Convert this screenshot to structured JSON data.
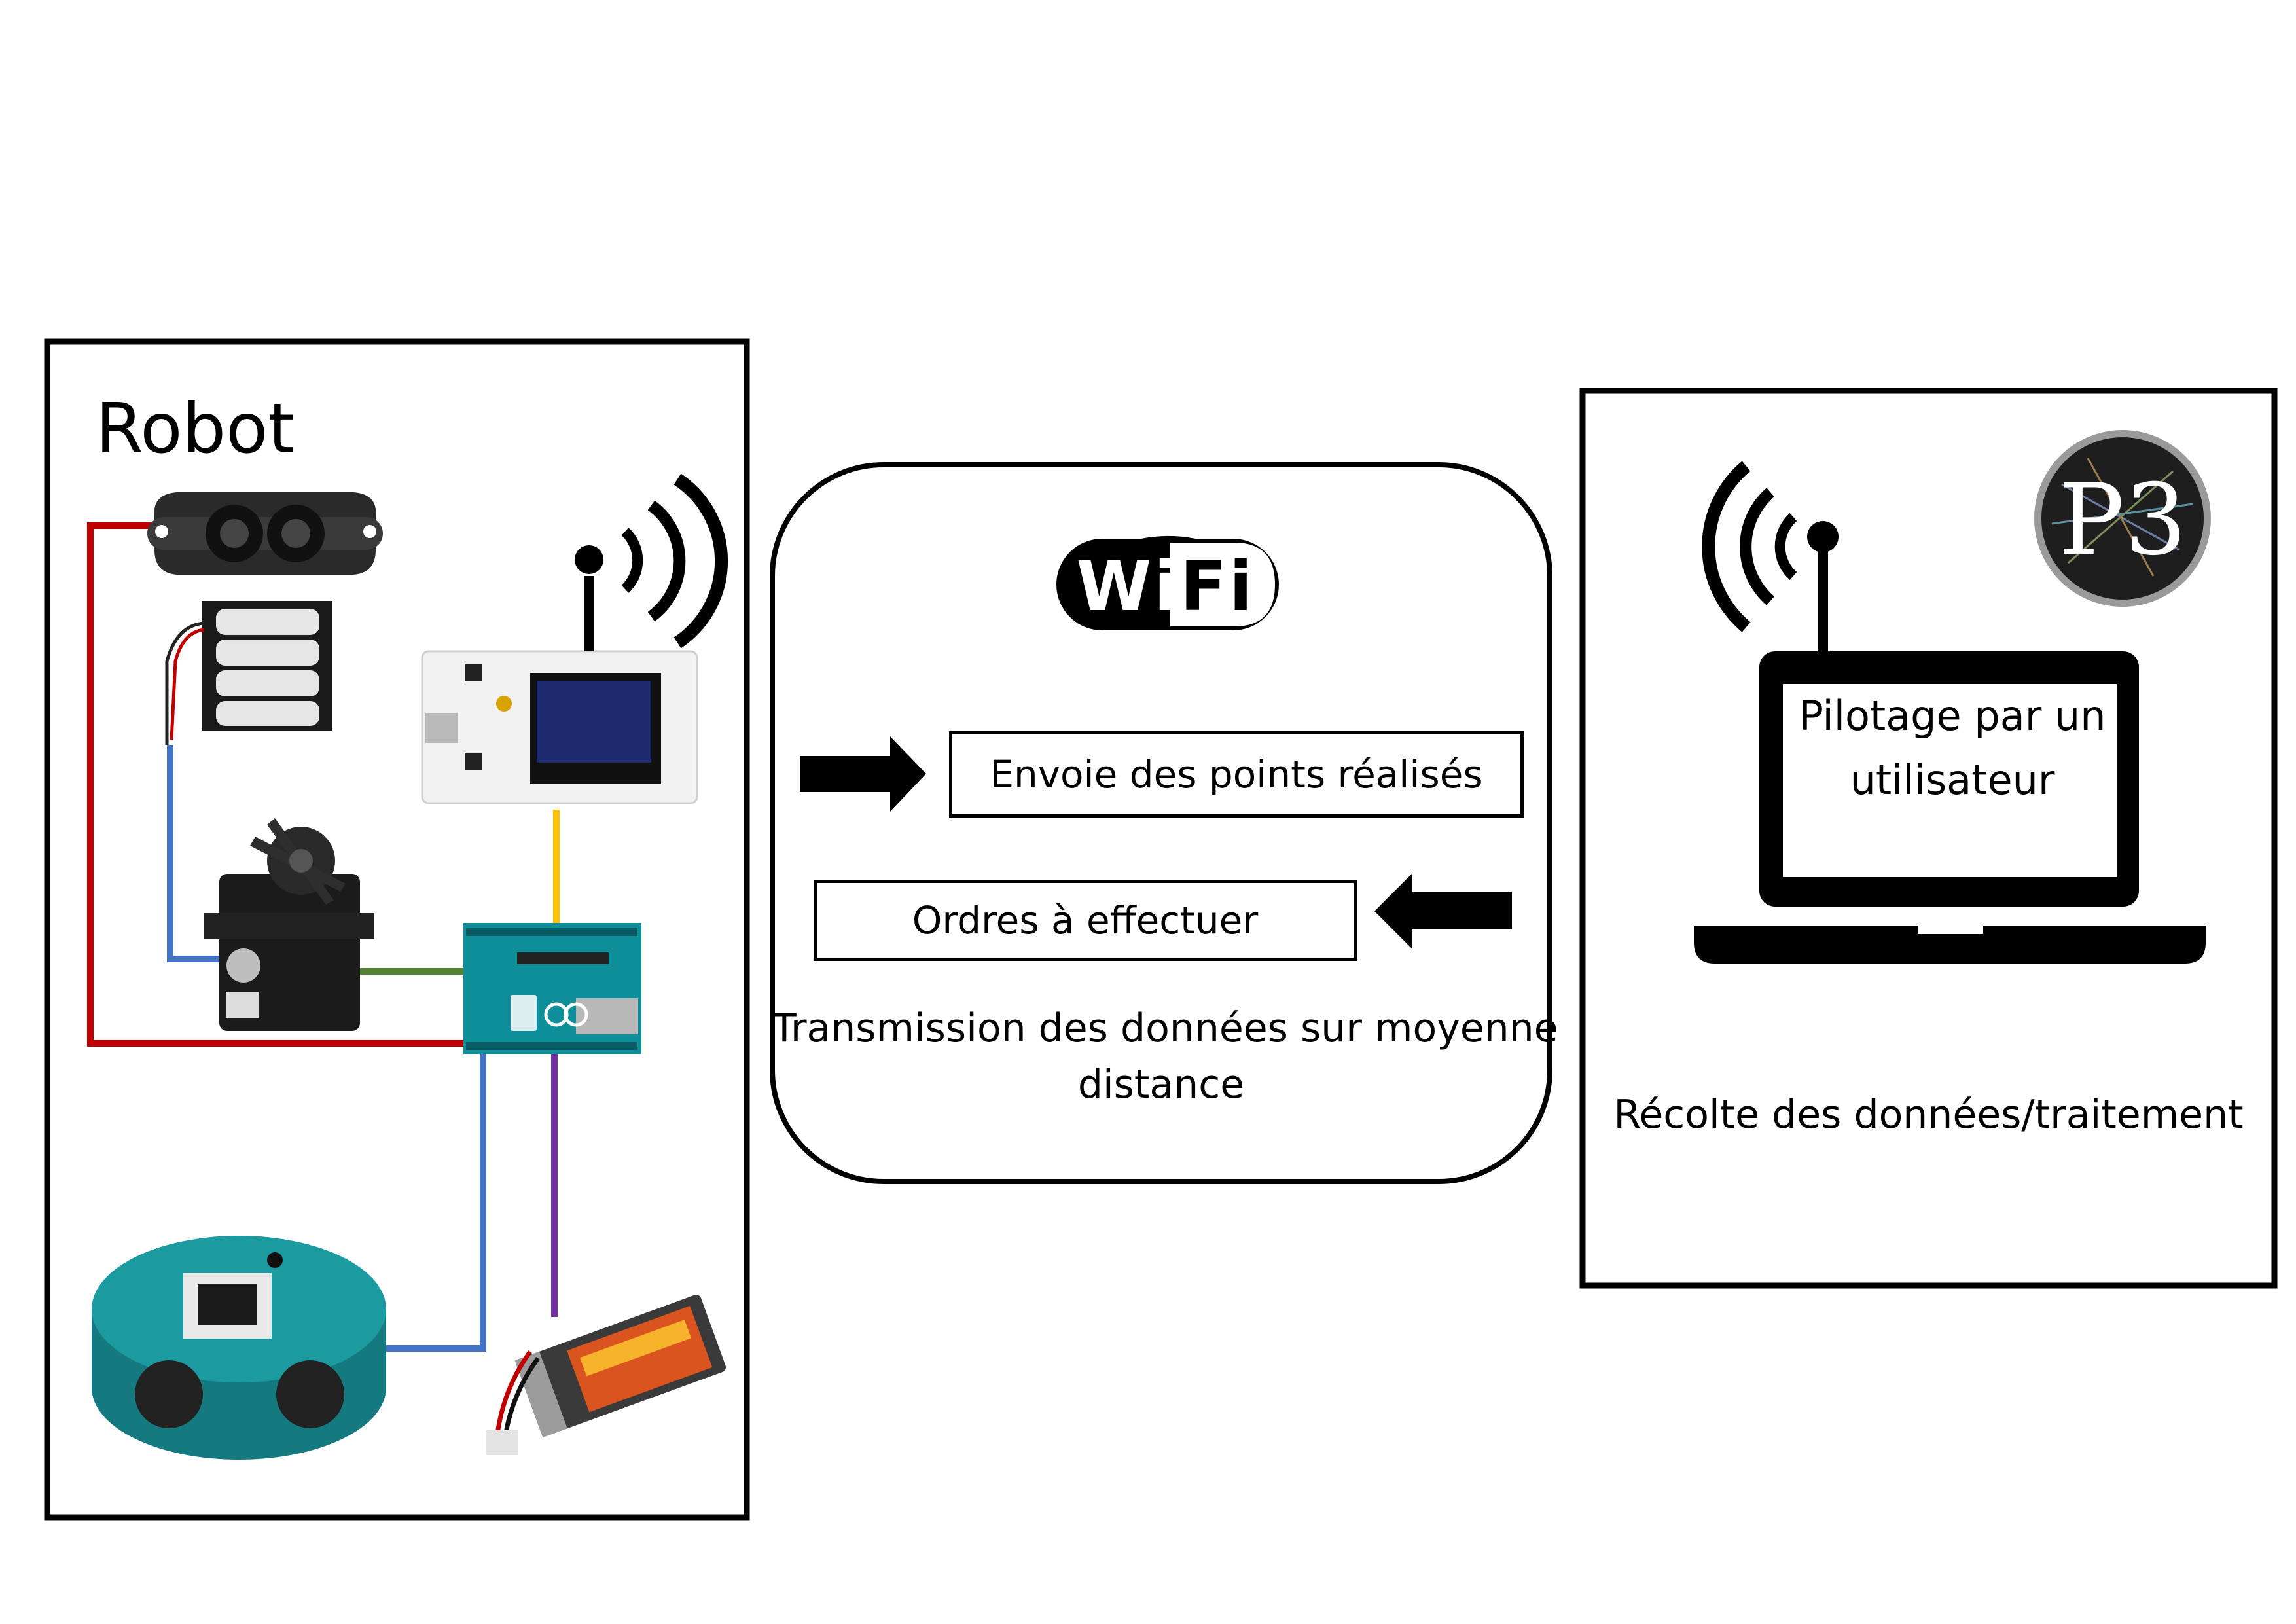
{
  "robot": {
    "title": "Robot",
    "components": [
      {
        "name": "ultrasonic-sensor"
      },
      {
        "name": "battery-pack-4xAA"
      },
      {
        "name": "servo-motor"
      },
      {
        "name": "wifi-lora-board-oled"
      },
      {
        "name": "arduino-uno-board"
      },
      {
        "name": "arduino-robot-base"
      },
      {
        "name": "lipo-battery"
      }
    ],
    "wire_colors": {
      "red": "#c00000",
      "blue": "#4472c4",
      "green": "#548235",
      "yellow": "#ffc000",
      "purple": "#7030a0"
    }
  },
  "transmission": {
    "logo": "WiFi",
    "send_label": "Envoie des points réalisés",
    "orders_label": "Ordres à effectuer",
    "caption_line1": "Transmission des données sur moyenne",
    "caption_line2": "distance"
  },
  "computer": {
    "screen_label": "Pilotage par un utilisateur",
    "app_badge": "P3",
    "caption": "Récolte des données/traitement"
  }
}
